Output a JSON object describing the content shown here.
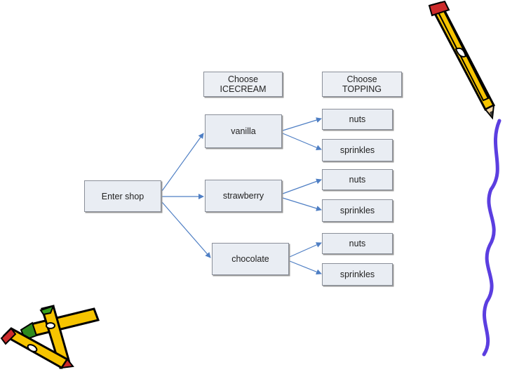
{
  "headers": {
    "icecream": [
      "Choose",
      "ICECREAM"
    ],
    "topping": [
      "Choose",
      "TOPPING"
    ]
  },
  "start": "Enter shop",
  "flavors": [
    "vanilla",
    "strawberry",
    "chocolate"
  ],
  "toppings": [
    [
      "nuts",
      "sprinkles"
    ],
    [
      "nuts",
      "sprinkles"
    ],
    [
      "nuts",
      "sprinkles"
    ]
  ],
  "colors": {
    "arrow": "#4f7fc4",
    "box_fill": "#e9edf3",
    "box_border": "#8a8f99"
  },
  "decorations": [
    "yellow-pencil-icon",
    "crayon-pair-icon",
    "purple-wavy-border"
  ]
}
